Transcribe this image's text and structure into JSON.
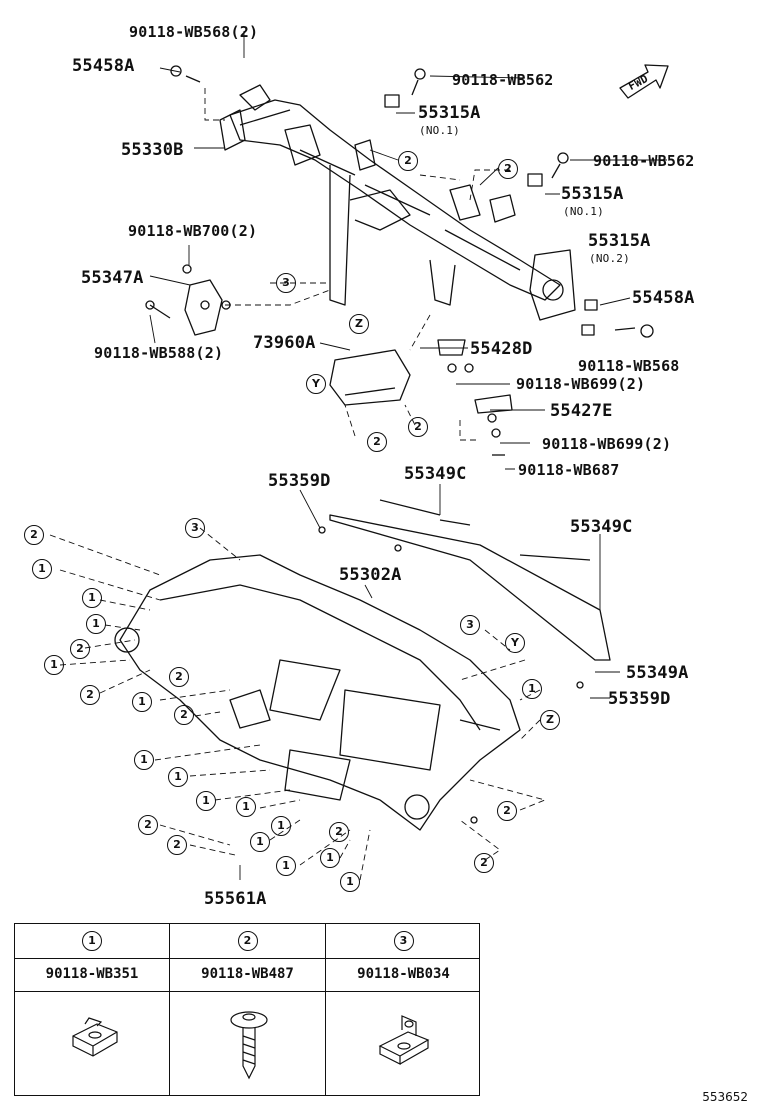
{
  "parts": {
    "p90118_wb568_2_top": "90118-WB568(2)",
    "p55458a_left": "55458A",
    "p90118_wb562_a": "90118-WB562",
    "p55315a_a": "55315A",
    "p55315a_a_note": "(NO.1)",
    "p55330b": "55330B",
    "p90118_wb562_b": "90118-WB562",
    "p55315a_b": "55315A",
    "p55315a_b_note": "(NO.1)",
    "p90118_wb700_2": "90118-WB700(2)",
    "p55315a_c": "55315A",
    "p55315a_c_note": "(NO.2)",
    "p55347a": "55347A",
    "p55458a_right": "55458A",
    "p90118_wb588_2": "90118-WB588(2)",
    "p90118_wb568_right": "90118-WB568",
    "p73960a": "73960A",
    "p55428d": "55428D",
    "p90118_wb699_2_a": "90118-WB699(2)",
    "p55427e": "55427E",
    "p90118_wb699_2_b": "90118-WB699(2)",
    "p90118_wb687": "90118-WB687",
    "p55359d_top": "55359D",
    "p55349c_top": "55349C",
    "p55349c_right": "55349C",
    "p55302a": "55302A",
    "p55349a": "55349A",
    "p55359d_right": "55359D",
    "p55561a": "55561A"
  },
  "callouts": {
    "one": "1",
    "two": "2",
    "three": "3",
    "y": "Y",
    "z": "Z"
  },
  "fwd": "FWD",
  "legend": [
    {
      "num": "1",
      "part": "90118-WB351",
      "icon": "clip-nut-icon"
    },
    {
      "num": "2",
      "part": "90118-WB487",
      "icon": "screw-icon"
    },
    {
      "num": "3",
      "part": "90118-WB034",
      "icon": "u-nut-icon"
    }
  ],
  "diagram_code": "553652"
}
